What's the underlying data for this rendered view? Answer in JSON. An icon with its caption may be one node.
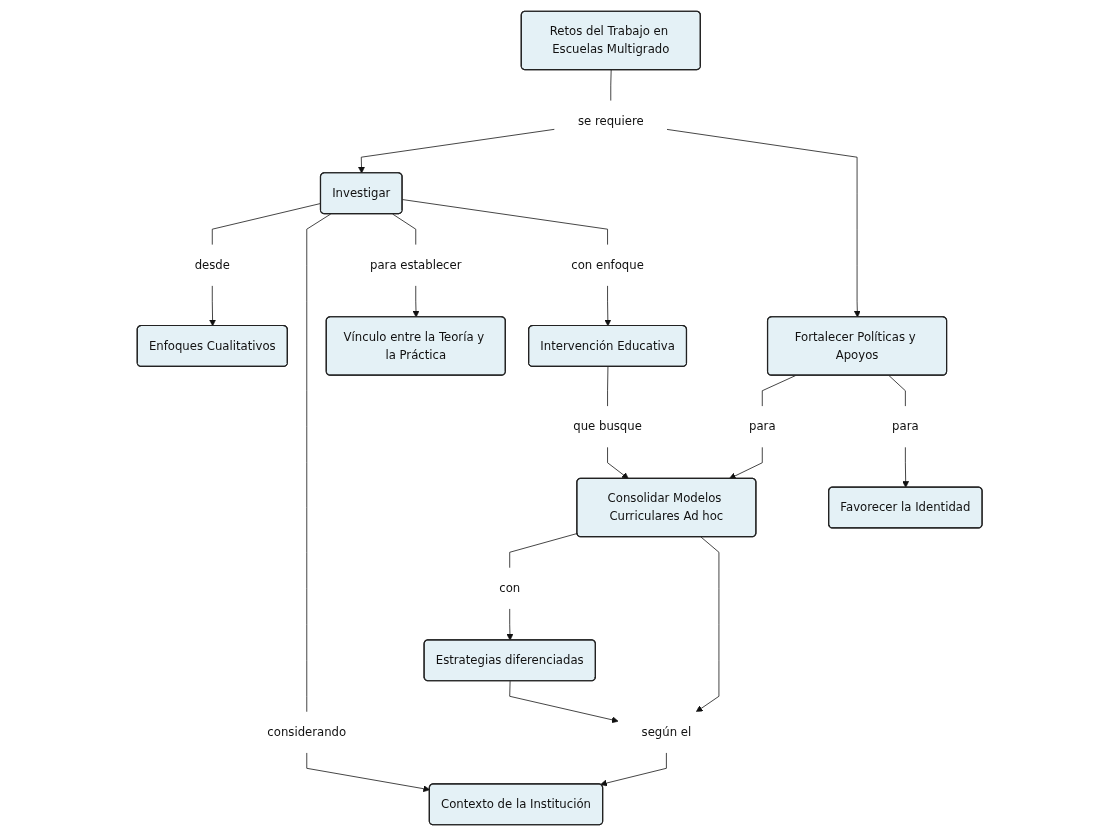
{
  "diagram": {
    "nodes": [
      {
        "text": [
          "Retos del Trabajo en Escuelas Multigrado"
        ]
      },
      {
        "text": [
          "se requiere"
        ]
      },
      {
        "text": [
          "Investigar"
        ]
      },
      {
        "text": [
          "Fortalecer Políticas y Apoyos"
        ]
      },
      {
        "text": [
          "para"
        ]
      },
      {
        "text": [
          "Consolidar Modelos Curriculares Ad hoc"
        ]
      },
      {
        "text": [
          "para"
        ]
      },
      {
        "text": [
          "desde"
        ]
      },
      {
        "text": [
          "considerando"
        ]
      },
      {
        "text": [
          "para establecer"
        ]
      },
      {
        "text": [
          "con enfoque"
        ]
      },
      {
        "text": [
          "Favorecer la Identidad"
        ]
      },
      {
        "text": [
          "que busque"
        ]
      },
      {
        "text": [
          "con"
        ]
      },
      {
        "text": [
          "Enfoques Cualitativos"
        ]
      },
      {
        "text": [
          "Vínculo entre la Teoría y la Práctica"
        ]
      },
      {
        "text": [
          "Intervención Educativa"
        ]
      },
      {
        "text": [
          "Estrategias diferenciadas"
        ]
      },
      {
        "text": [
          "Contexto de la Institución"
        ]
      },
      {
        "text": [
          "según el"
        ]
      }
    ],
    "edges": [
      {
        "from": 0,
        "to": 1,
        "arrow": "none"
      },
      {
        "from": 1,
        "to": 2,
        "arrow": "to"
      },
      {
        "from": 1,
        "to": 3,
        "arrow": "to"
      },
      {
        "from": 3,
        "to": 4,
        "arrow": "none"
      },
      {
        "from": 4,
        "to": 5,
        "arrow": "to"
      },
      {
        "from": 3,
        "to": 6,
        "arrow": "none"
      },
      {
        "from": 6,
        "to": 11,
        "arrow": "to"
      },
      {
        "from": 2,
        "to": 7,
        "arrow": "none"
      },
      {
        "from": 7,
        "to": 14,
        "arrow": "to"
      },
      {
        "from": 2,
        "to": 8,
        "arrow": "none"
      },
      {
        "from": 8,
        "to": 18,
        "arrow": "to"
      },
      {
        "from": 2,
        "to": 9,
        "arrow": "none"
      },
      {
        "from": 9,
        "to": 15,
        "arrow": "to"
      },
      {
        "from": 2,
        "to": 10,
        "arrow": "none"
      },
      {
        "from": 10,
        "to": 16,
        "arrow": "to"
      },
      {
        "from": 16,
        "to": 12,
        "arrow": "none"
      },
      {
        "from": 12,
        "to": 5,
        "arrow": "to"
      },
      {
        "from": 5,
        "to": 13,
        "arrow": "none"
      },
      {
        "from": 13,
        "to": 17,
        "arrow": "to"
      },
      {
        "from": 5,
        "to": 19,
        "arrow": "to"
      },
      {
        "from": 17,
        "to": 19,
        "arrow": "to"
      },
      {
        "from": 19,
        "to": 18,
        "arrow": "to"
      }
    ]
  }
}
